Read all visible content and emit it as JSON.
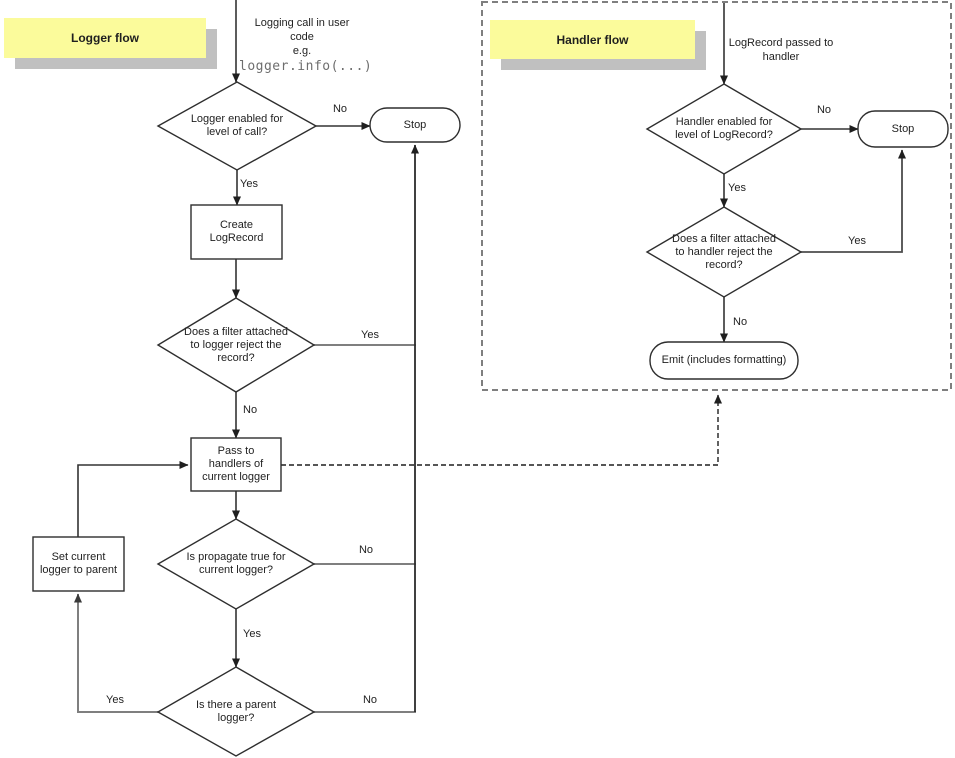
{
  "colors": {
    "note_bg": "#fbfb9b",
    "note_shadow": "#c0c0c0",
    "line_dark": "#333333",
    "line_gray": "#7f7f7f",
    "dashed_border": "#7f7f7f",
    "code_text": "#6e6e6e",
    "text": "#1f1f1f",
    "shape_fill": "#ffffff"
  },
  "logger_flow": {
    "title": "Logger flow",
    "start_lines": "Logging call in user\ncode\ne.g.",
    "start_code": "logger.info(...)",
    "decision_enabled": "Logger enabled for\nlevel of call?",
    "stop": "Stop",
    "create_box": "Create\nLogRecord",
    "decision_filter": "Does a filter attached\nto logger reject the\nrecord?",
    "pass_box": "Pass to\nhandlers of\ncurrent logger",
    "decision_propagate": "Is propagate true for\ncurrent logger?",
    "decision_parent": "Is there a parent\nlogger?",
    "set_parent_box": "Set current\nlogger to parent",
    "lbl_enabled_no": "No",
    "lbl_enabled_yes": "Yes",
    "lbl_filter_yes": "Yes",
    "lbl_filter_no": "No",
    "lbl_propagate_no": "No",
    "lbl_propagate_yes": "Yes",
    "lbl_parent_yes": "Yes",
    "lbl_parent_no": "No"
  },
  "handler_flow": {
    "title": "Handler flow",
    "start_lines": "LogRecord passed to\nhandler",
    "decision_enabled": "Handler enabled for\nlevel of LogRecord?",
    "stop": "Stop",
    "decision_filter": "Does a filter attached\nto handler reject the\nrecord?",
    "emit_node": "Emit (includes formatting)",
    "lbl_enabled_no": "No",
    "lbl_enabled_yes": "Yes",
    "lbl_filter_yes": "Yes",
    "lbl_filter_no": "No"
  }
}
